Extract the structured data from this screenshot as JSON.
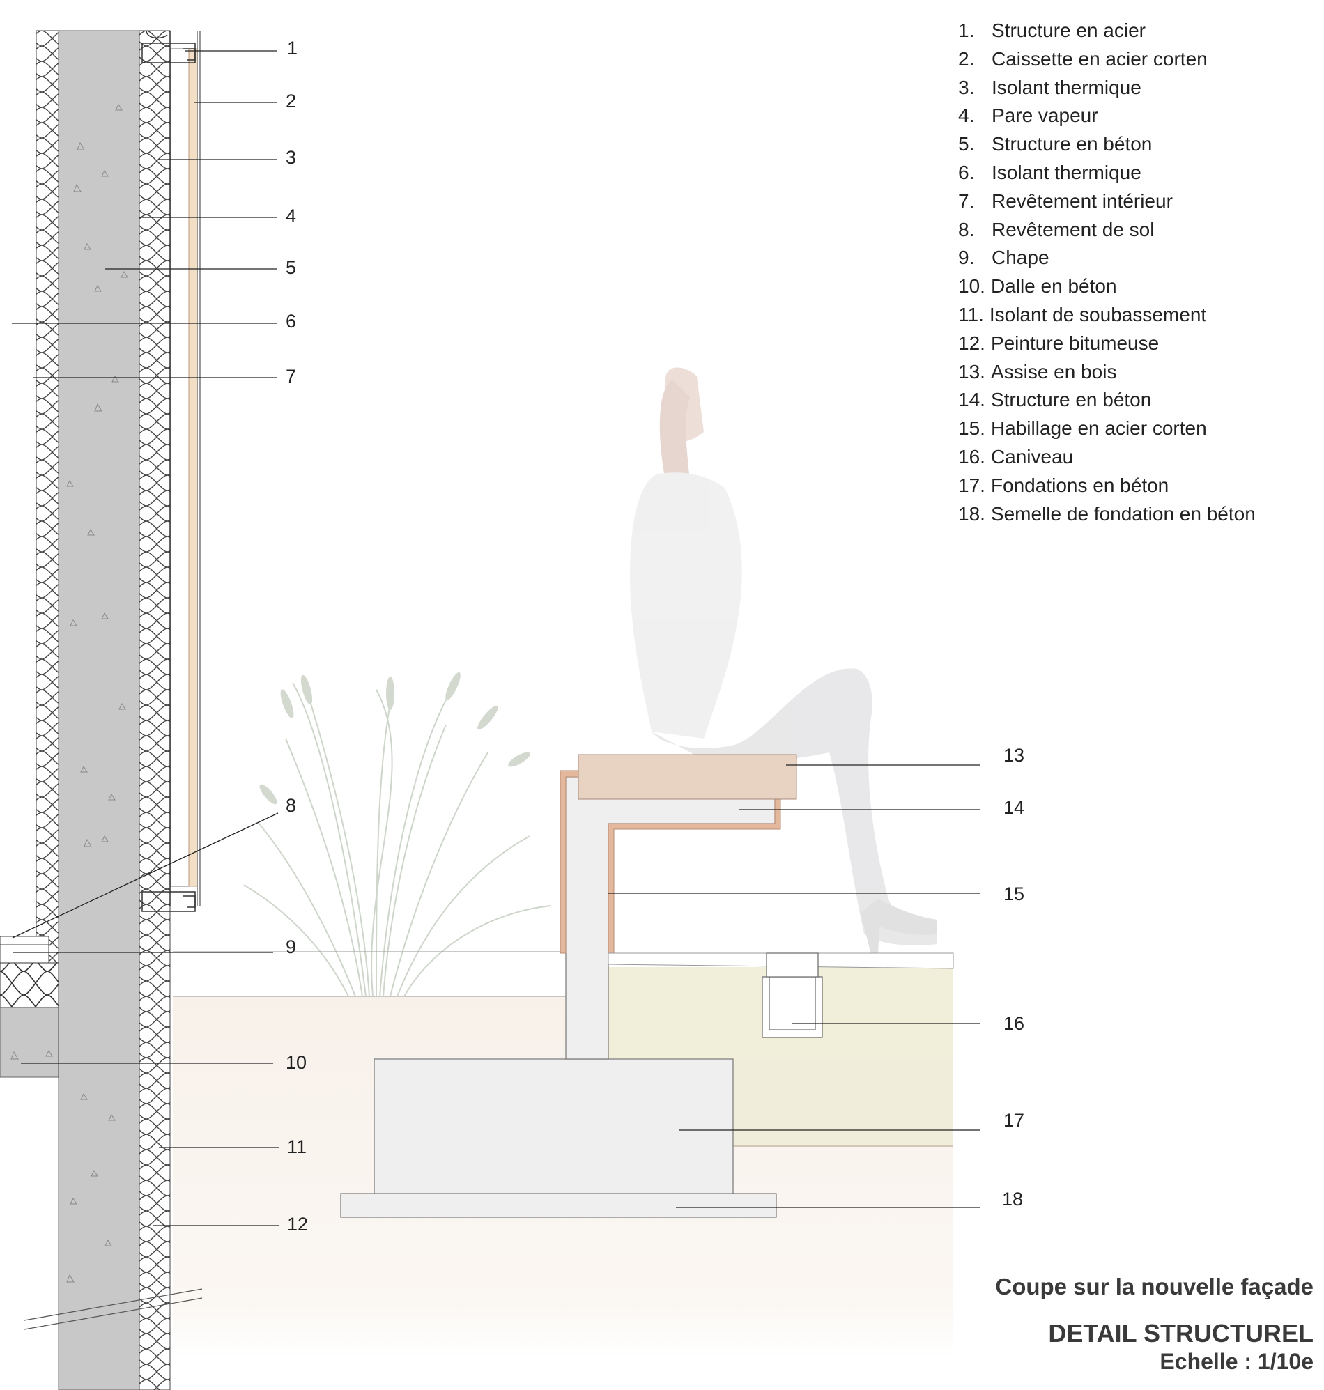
{
  "legend": [
    {
      "num": "1.",
      "text": "Structure en acier"
    },
    {
      "num": "2.",
      "text": "Caissette en acier corten"
    },
    {
      "num": "3.",
      "text": "Isolant thermique"
    },
    {
      "num": "4.",
      "text": "Pare vapeur"
    },
    {
      "num": "5.",
      "text": "Structure en béton"
    },
    {
      "num": "6.",
      "text": "Isolant thermique"
    },
    {
      "num": "7.",
      "text": "Revêtement intérieur"
    },
    {
      "num": "8.",
      "text": "Revêtement de sol"
    },
    {
      "num": "9.",
      "text": "Chape"
    },
    {
      "num": "10.",
      "text": "Dalle en béton"
    },
    {
      "num": "11.",
      "text": "Isolant de soubassement"
    },
    {
      "num": "12.",
      "text": "Peinture bitumeuse"
    },
    {
      "num": "13.",
      "text": "Assise en bois"
    },
    {
      "num": "14.",
      "text": "Structure en béton"
    },
    {
      "num": "15.",
      "text": "Habillage en acier corten"
    },
    {
      "num": "16.",
      "text": "Caniveau"
    },
    {
      "num": "17.",
      "text": "Fondations en béton"
    },
    {
      "num": "18.",
      "text": "Semelle de fondation en béton"
    }
  ],
  "callouts": [
    "1",
    "2",
    "3",
    "4",
    "5",
    "6",
    "7",
    "8",
    "9",
    "10",
    "11",
    "12",
    "13",
    "14",
    "15",
    "16",
    "17",
    "18"
  ],
  "subtitle": "Coupe sur la nouvelle façade",
  "title": "DETAIL STRUCTUREL",
  "scale": "Echelle : 1/10e",
  "colors": {
    "concrete": "#c8c8c8",
    "insulation_line": "#555555",
    "corten": "#d9a98a",
    "wood_seat": "#e8d2c2",
    "ground": "#f7f0e9",
    "gravel": "#f0edd8",
    "interior_lining": "#f2dfc6"
  }
}
